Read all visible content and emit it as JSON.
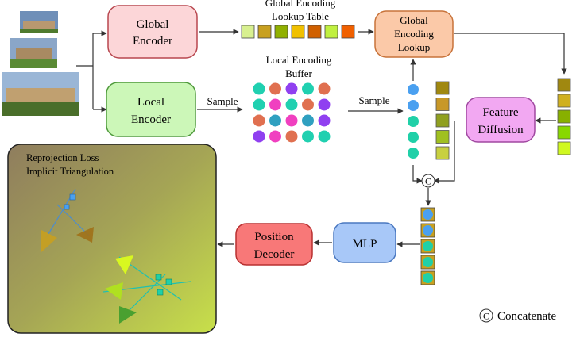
{
  "labels": {
    "global_encoder": [
      "Global",
      "Encoder"
    ],
    "local_encoder": [
      "Local",
      "Encoder"
    ],
    "global_table": [
      "Global Encoding",
      "Lookup  Table"
    ],
    "local_buffer": [
      "Local Encoding",
      "Buffer"
    ],
    "global_lookup": [
      "Global",
      "Encoding",
      "Lookup"
    ],
    "feature_diffusion": [
      "Feature",
      "Diffusion"
    ],
    "mlp": "MLP",
    "position_decoder": [
      "Position",
      "Decoder"
    ],
    "sample_1": "Sample",
    "sample_2": "Sample",
    "concat_symbol": "C",
    "concatenate_legend": "Concatenate",
    "panel_title": [
      "Reprojection Loss",
      "Implicit Triangulation"
    ]
  },
  "colors": {
    "global_encoder_fill": "#fcd6d8",
    "global_encoder_stroke": "#b8474f",
    "local_encoder_fill": "#ccf7b8",
    "local_encoder_stroke": "#4f9a3c",
    "global_lookup_fill": "#fbc9a8",
    "global_lookup_stroke": "#c8733a",
    "feature_diffusion_fill": "#f2a8f2",
    "feature_diffusion_stroke": "#a048a0",
    "mlp_fill": "#a8c8f8",
    "mlp_stroke": "#4a78c0",
    "position_decoder_fill": "#f87878",
    "position_decoder_stroke": "#b83030",
    "table_cells": [
      "#d8f090",
      "#c8a020",
      "#90b000",
      "#f0c000",
      "#d06000",
      "#c0f040",
      "#f06000"
    ],
    "buffer_dots": [
      [
        "#20d0b0",
        "#e07050",
        "#9040f0",
        "#20d0b0",
        "#e07050"
      ],
      [
        "#20d0b0",
        "#f040c0",
        "#20d0b0",
        "#e07050",
        "#9040f0"
      ],
      [
        "#e07050",
        "#30a0c0",
        "#f040c0",
        "#30a0c0",
        "#9040f0"
      ],
      [
        "#9040f0",
        "#f040c0",
        "#e07050",
        "#20d0b0",
        "#20d0b0"
      ]
    ],
    "sampled_dots": [
      "#4aa0f0",
      "#4aa0f0",
      "#20d0a8",
      "#20d0a8",
      "#20d0a8"
    ],
    "lookup_cells": [
      "#a08810",
      "#c89828",
      "#90a020",
      "#a0c020",
      "#c8d040"
    ],
    "diffused_cells": [
      "#a08810",
      "#d0b020",
      "#88b000",
      "#88d800",
      "#d0f820"
    ],
    "concat_cells": [
      "#4aa0f0",
      "#4aa0f0",
      "#20d0a8",
      "#20d0a8",
      "#20d0a8"
    ],
    "panel_gradient": [
      "#8f7d5e",
      "#a5a555",
      "#c8e04a"
    ]
  },
  "images": [
    {
      "name": "college-photo-1",
      "sky": "#6f8fb8",
      "building": "#b89870",
      "ground": "#4e7a2e"
    },
    {
      "name": "college-photo-2",
      "sky": "#8aa6c8",
      "building": "#a88a62",
      "ground": "#5a8a34"
    },
    {
      "name": "college-photo-3",
      "sky": "#9ab6d6",
      "building": "#c0a070",
      "ground": "#4a6e2a"
    }
  ]
}
